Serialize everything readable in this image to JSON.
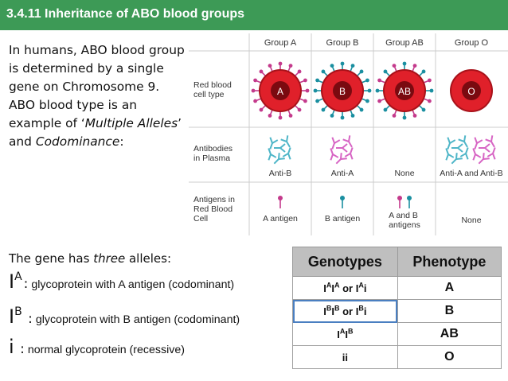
{
  "header": {
    "title": "3.4.11 Inheritance of ABO blood groups"
  },
  "intro": {
    "part1": "In humans, ABO blood group is determined by a single gene on Chromosome 9. ABO blood type is an example of ‘",
    "em1": "Multiple Alleles",
    "part2": "’ and ",
    "em2": "Codominance",
    "part3": ":"
  },
  "figure": {
    "groups": [
      "Group A",
      "Group B",
      "Group AB",
      "Group O"
    ],
    "row_labels": {
      "rbc": [
        "Red blood",
        "cell type"
      ],
      "antibodies": [
        "Antibodies",
        "in Plasma"
      ],
      "antigens": [
        "Antigens in",
        "Red Blood",
        "Cell"
      ]
    },
    "cell_letters": [
      "A",
      "B",
      "AB",
      "O"
    ],
    "antibodies": [
      "Anti-B",
      "Anti-A",
      "None",
      "Anti-A and Anti-B"
    ],
    "antigens": [
      [
        "A antigen"
      ],
      [
        "B antigen"
      ],
      [
        "A and B",
        "antigens"
      ],
      [
        "None"
      ]
    ],
    "colors": {
      "cell": "#e0202a",
      "cell_dark": "#a8121a",
      "center": "#7a0a10",
      "anti_b": "#4fb6c8",
      "anti_a": "#d765c4",
      "antigen_a": "#c43a8c",
      "antigen_b": "#1a8fa0"
    }
  },
  "alleles": {
    "intro_prefix": "The gene has ",
    "intro_em": "three",
    "intro_suffix": " alleles:",
    "items": [
      {
        "symbol": "I",
        "sup": "A",
        "desc": "glycoprotein with A antigen (codominant)"
      },
      {
        "symbol": "I",
        "sup": "B",
        "desc": "glycoprotein with B antigen (codominant)"
      },
      {
        "symbol": "i",
        "sup": "",
        "desc": "normal glycoprotein (recessive)"
      }
    ]
  },
  "table": {
    "headers": [
      "Genotypes",
      "Phenotype"
    ],
    "rows": [
      {
        "genotype": "IAIA or IAi",
        "phenotype": "A"
      },
      {
        "genotype": "IBIB or IBi",
        "phenotype": "B"
      },
      {
        "genotype": "IAIB",
        "phenotype": "AB"
      },
      {
        "genotype": "ii",
        "phenotype": "O"
      }
    ]
  },
  "colors": {
    "title_bar": "#3d9a56",
    "title_text": "#ffffff",
    "table_header": "#bfbfbf"
  }
}
